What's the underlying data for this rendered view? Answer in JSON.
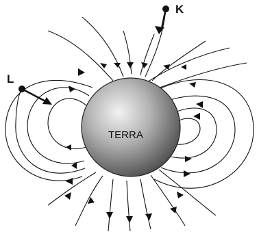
{
  "diagram": {
    "planet_label": "TERRA",
    "point_k_label": "K",
    "point_l_label": "L"
  },
  "colors": {
    "line": "#111111",
    "planet_highlight": "#f2f2f2",
    "planet_mid": "#b3b3b3",
    "planet_shadow": "#4d4d4d"
  }
}
